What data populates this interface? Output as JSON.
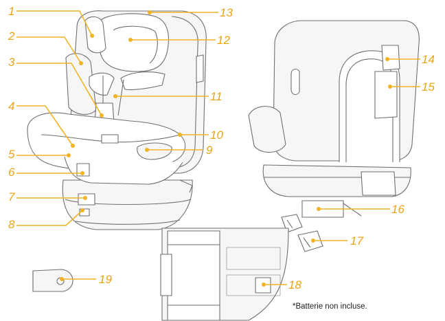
{
  "labels": {
    "n1": "1",
    "n2": "2",
    "n3": "3",
    "n4": "4",
    "n5": "5",
    "n6": "6",
    "n7": "7",
    "n8": "8",
    "n9": "9",
    "n10": "10",
    "n11": "11",
    "n12": "12",
    "n13": "13",
    "n14": "14",
    "n15": "15",
    "n16": "16",
    "n17": "17",
    "n18": "18",
    "n19": "19"
  },
  "footnote": "*Batterie non incluse.",
  "colors": {
    "callout": "#f0b323",
    "outline": "#6f6f6f"
  }
}
